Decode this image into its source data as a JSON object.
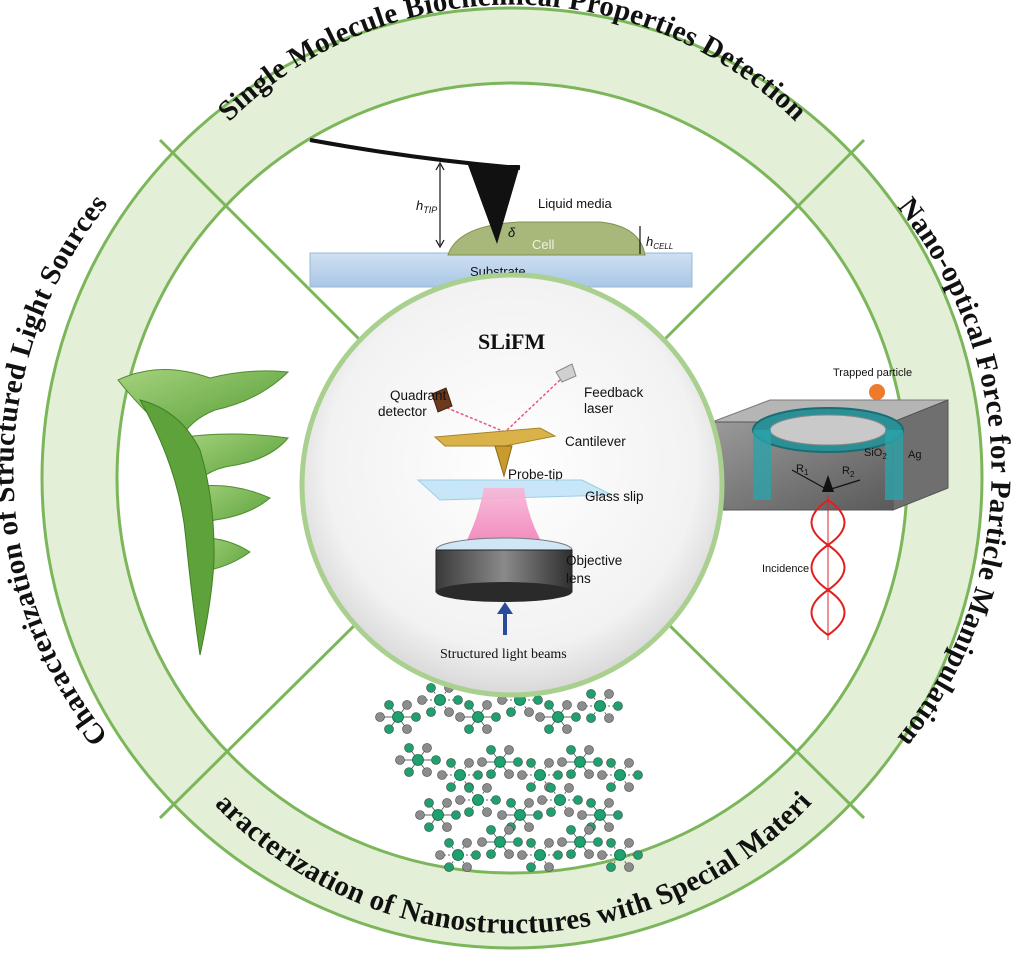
{
  "ring": {
    "top": "Single Molecule Biochemical Properties Detection",
    "right": "Nano-optical Force for Particle Manipulation",
    "bottom": "Characterization of Nanostructures with Special Materials",
    "left": "Characterization of Structured Light Sources"
  },
  "center": {
    "title": "SLiFM",
    "quadrant_detector_1": "Quadrant",
    "quadrant_detector_2": "detector",
    "feedback_laser_1": "Feedback",
    "feedback_laser_2": "laser",
    "cantilever": "Cantilever",
    "probe_tip": "Probe-tip",
    "glass_slip": "Glass slip",
    "objective_lens_1": "Objective",
    "objective_lens_2": "lens",
    "beams": "Structured light beams"
  },
  "top_panel": {
    "h_tip": "h",
    "h_tip_sub": "TIP",
    "delta": "δ",
    "liquid": "Liquid media",
    "cell": "Cell",
    "h_cell": "h",
    "h_cell_sub": "CELL",
    "substrate": "Substrate"
  },
  "right_panel": {
    "trapped": "Trapped particle",
    "sio2": "SiO",
    "sio2_sub": "2",
    "ag": "Ag",
    "r1": "R",
    "r1_sub": "1",
    "r2": "R",
    "r2_sub": "2",
    "incidence": "Incidence"
  },
  "colors": {
    "ring_fill": "#e3efd6",
    "ring_stroke": "#7cb65a",
    "accent_green": "#5a9e3a"
  }
}
